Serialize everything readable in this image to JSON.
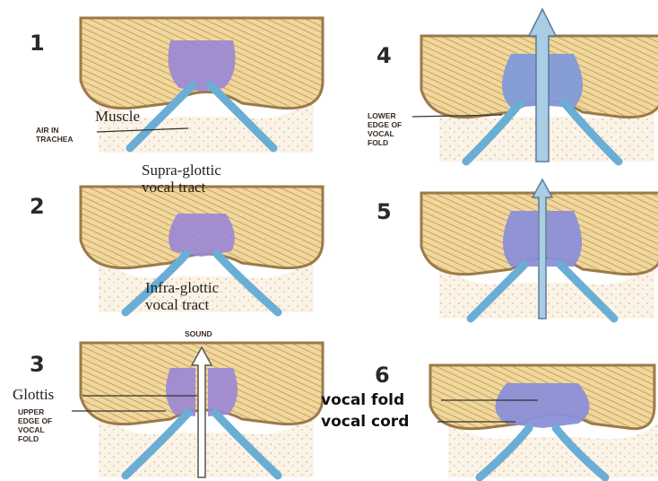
{
  "panels": [
    {
      "number": "1"
    },
    {
      "number": "2"
    },
    {
      "number": "3"
    },
    {
      "number": "4"
    },
    {
      "number": "5"
    },
    {
      "number": "6"
    }
  ],
  "labels": {
    "muscle": "Muscle",
    "air_in_trachea": [
      "AIR IN",
      "TRACHEA"
    ],
    "supra_glottic": [
      "Supra-glottic",
      "vocal tract"
    ],
    "infra_glottic": [
      "Infra-glottic",
      "vocal tract"
    ],
    "sound": "SOUND",
    "glottis": "Glottis",
    "upper_edge": [
      "UPPER",
      "EDGE OF",
      "VOCAL",
      "FOLD"
    ],
    "lower_edge": [
      "LOWER",
      "EDGE OF",
      "VOCAL",
      "FOLD"
    ],
    "vocal_fold": "vocal fold",
    "vocal_cord": "vocal cord"
  },
  "colors": {
    "tissue_fill": "#f1d79a",
    "tissue_stroke": "#9b7a4a",
    "fold": "#9a86d6",
    "fold_dark": "#6f5fb8",
    "trachea": "#6aaed6",
    "airflow": "#aacde6"
  }
}
